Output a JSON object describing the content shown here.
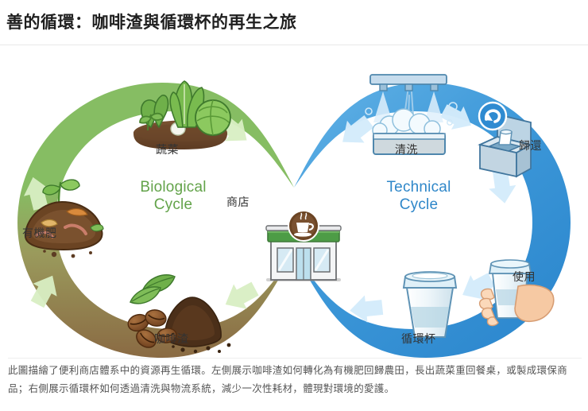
{
  "page": {
    "title": "善的循環：咖啡渣與循環杯的再生之旅",
    "caption": "此圖描繪了便利商店體系中的資源再生循環。左側展示咖啡渣如何轉化為有機肥回歸農田，長出蔬菜重回餐桌，或製成環保商品；右側展示循環杯如何透過清洗與物流系統，減少一次性耗材，體現對環境的愛護。"
  },
  "diagram": {
    "type": "infinity-loop-cycle",
    "center_node": {
      "label": "商店",
      "icon": "convenience-store-icon"
    },
    "cycles": [
      {
        "id": "biological",
        "name": "Biological\nCycle",
        "name_line1": "Biological",
        "name_line2": "Cycle",
        "color": "#63a34a",
        "loop_color_top": "#8cc06a",
        "loop_color_bottom": "#8a6a43",
        "arrow_color": "#d7eec2",
        "direction": "counter-clockwise",
        "nodes": [
          {
            "label": "蔬菜",
            "icon": "vegetables-icon",
            "position": "top"
          },
          {
            "label": "有機肥",
            "icon": "compost-pile-icon",
            "position": "left"
          },
          {
            "label": "咖啡渣",
            "icon": "coffee-grounds-icon",
            "position": "bottom"
          }
        ]
      },
      {
        "id": "technical",
        "name": "Technical\nCycle",
        "name_line1": "Technical",
        "name_line2": "Cycle",
        "color": "#2f87c9",
        "loop_color_top": "#4ba3de",
        "loop_color_bottom": "#2e8bd0",
        "arrow_color": "#cfe9f9",
        "direction": "clockwise",
        "nodes": [
          {
            "label": "清洗",
            "icon": "washing-machine-icon",
            "position": "top"
          },
          {
            "label": "歸還",
            "icon": "return-kiosk-icon",
            "position": "right-upper"
          },
          {
            "label": "使用",
            "icon": "hand-holding-cup-icon",
            "position": "right-lower"
          },
          {
            "label": "循環杯",
            "icon": "reusable-cup-icon",
            "position": "bottom"
          }
        ]
      }
    ]
  },
  "colors": {
    "bio_accent": "#63a34a",
    "tech_accent": "#2f87c9",
    "title": "#1f1f1f",
    "caption": "#555555",
    "background": "#ffffff"
  }
}
